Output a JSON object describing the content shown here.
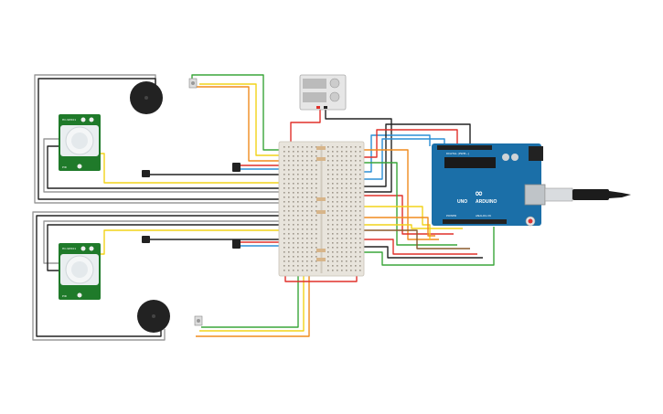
{
  "arduino": {
    "brand": "ARDUINO",
    "model": "UNO",
    "logo_mark": "∞",
    "digital_header": "DIGITAL (PWM~)",
    "analog_header": "ANALOG IN",
    "power_header": "POWER"
  },
  "sensor_top": {
    "label_a": "HC-SR501",
    "label_b": "PIR"
  },
  "sensor_bottom": {
    "label_a": "HC-SR501",
    "label_b": "PIR"
  },
  "colors": {
    "board_blue": "#1b6fa8",
    "breadboard": "#e8e4dc",
    "wire_red": "#e0302a",
    "wire_black": "#222222",
    "wire_yellow": "#f2d31a",
    "wire_green": "#3aa53a",
    "wire_orange": "#f08c1e",
    "wire_blue": "#2b8fd6",
    "wire_brown": "#8a5a2b",
    "wire_gray": "#999999",
    "pir_green": "#1f7a2a"
  }
}
